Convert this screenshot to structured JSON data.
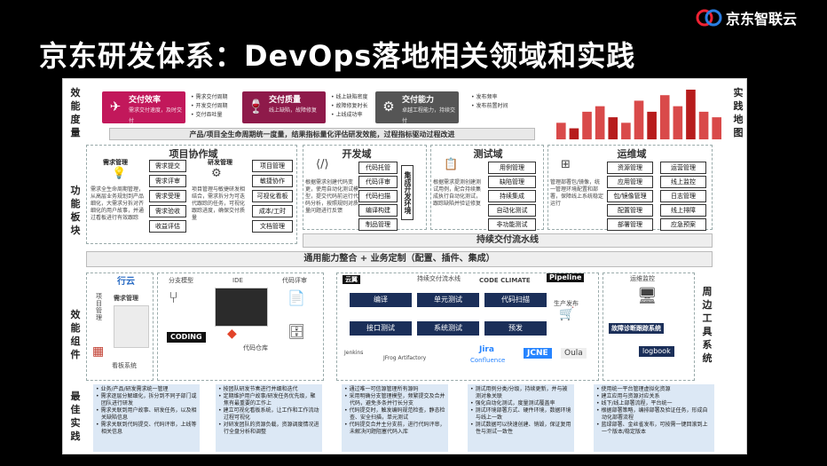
{
  "brand": {
    "name": "京东智联云"
  },
  "title": "京东研发体系：DevOps落地相关领域和实践",
  "rows": {
    "metrics": "效能度量",
    "practice_map": "实践地图",
    "function": "功能板块",
    "component": "效能组件",
    "tools": "周边工具系统",
    "best": "最佳实践"
  },
  "metrics": {
    "kpis": [
      {
        "title": "交付效率",
        "sub": "需求交付速度，及时交付",
        "color": "#c2185b",
        "icon": "paper-plane-icon",
        "items": [
          "需求交付周期",
          "开发交付周期",
          "交付吞吐量"
        ]
      },
      {
        "title": "交付质量",
        "sub": "线上缺陷，故障修复",
        "color": "#8e1a4a",
        "icon": "goblet-icon",
        "items": [
          "线上缺陷密度",
          "故障修复时长",
          "上线成功率"
        ]
      },
      {
        "title": "交付能力",
        "sub": "卓越工程能力，持续交付",
        "color": "#555",
        "icon": "gears-icon",
        "items": [
          "发布频率",
          "发布前置时间"
        ]
      }
    ],
    "bar_text": "产品/项目全生命周期统一度量，结果指标量化评估研发效能，过程指标驱动过程改进"
  },
  "project": {
    "title": "项目协作域",
    "req_title": "需求管理",
    "req_desc": "需求全生命周期管理，从高层业务规划到产品细化，大需求分拆对齐细化的用户故事，并通过看板进行有效跟踪",
    "req_items": [
      "需求提交",
      "需求评审",
      "需求受理",
      "需求验收",
      "收益评估"
    ],
    "dev_title": "研发管理",
    "dev_desc": "项目管理与敏捷研发相结合，需求拆分为可迭代跟踪的任务，可视化跟踪进度，确保交付质量",
    "dev_items": [
      "项目管理",
      "敏捷协作",
      "可视化看板",
      "成本/工时",
      "文档管理"
    ]
  },
  "dev": {
    "title": "开发域",
    "desc": "根据需求创建代码变更，使用自动化测试模型，提交代码前运行代码分析，按照规则对质量问题进行反馈",
    "items": [
      "代码托管",
      "代码评审",
      "代码扫描",
      "编译构建",
      "制品管理"
    ],
    "env": "集成开发环境"
  },
  "test": {
    "title": "测试域",
    "desc": "根据需求提测创建测试用例，配合持续集成执行自动化测试，跟踪缺陷并验证修复",
    "items": [
      "用例管理",
      "缺陷管理",
      "持续集成",
      "自动化测试",
      "非功能测试"
    ]
  },
  "ops": {
    "title": "运维域",
    "desc": "管理部署包/镜像，统一管理环境配置和部署，保障线上系统稳定运行",
    "items": [
      "资源管理",
      "应用管理",
      "包/镜像管理",
      "配置管理",
      "部署管理",
      "运营管理",
      "线上监控",
      "日志管理",
      "线上排障",
      "应急预案"
    ]
  },
  "cd_pipeline": "持续交付流水线",
  "common": "通用能力整合 + 业务定制（配置、插件、集成）",
  "components": {
    "req_title": "需求管理",
    "cloud_logo": "行云",
    "board": "看板系统",
    "project_mgmt": "项目管理",
    "branch_model": "分支模型",
    "ide": "IDE",
    "code_review": "代码评审",
    "coding": "CODING",
    "repo": "代码仓库",
    "cd_line": "持续交付流水线",
    "logos": [
      "云翼",
      "CODE CLIMATE",
      "Pipeline",
      "Jenkins",
      "JFrog Artifactory",
      "Jira",
      "Confluence",
      "JCNE",
      "Oula",
      "logbook"
    ],
    "pipe_top": [
      "编译",
      "单元测试",
      "代码扫描"
    ],
    "pipe_bottom": [
      "接口测试",
      "系统测试",
      "预发"
    ],
    "release": "生产发布",
    "monitor": "运维监控",
    "diag": "故障诊断跟踪系统"
  },
  "practice_chart": {
    "values": [
      3,
      2,
      5,
      6,
      4,
      3,
      7,
      5,
      8,
      6,
      9,
      5,
      4
    ]
  },
  "best": [
    [
      "业务/产品/研发需求统一管理",
      "需求逐层分解细化，拆分到不同子部门或团队进行研发",
      "需求关联到用户故事、研发任务，以及相关缺陷信息",
      "需求关联到代码提交、代码评审，上线等相关信息"
    ],
    [
      "按团队研发节奏进行并细和迭代",
      "定期维护用户故事/研发任务优先级，聚焦有最重要的工作上",
      "建立可视化看板系统，让工作和工作流动过程可视化",
      "对研发团队的资源负载，资源调度情况进行全盘分析和调整"
    ],
    [
      "通过唯一可信源管理所有源码",
      "采用明确分支管理模型，频繁提交及合并代码，避免多条并行长分支",
      "代码提交时，触发编码规范检查，静态检查、安全扫描，单元测试",
      "代码提交合并主分支前，进行代码评审，未解决问题阻塞代码入库"
    ],
    [
      "测试用例分类/分级，持续更新，并与被测对象关联",
      "强化自动化测试，度量测试覆盖率",
      "测试环境部署方式、硬件环境，数据环境与线上一致",
      "测试数据可以快速创建、销毁，保证复用性与测试一致性"
    ],
    [
      "使用统一平台管理虚拟化资源",
      "建立应用与资源对应关系",
      "线下/线上部署流程，平台统一",
      "根据部署策略，编排部署及验证任务，形成自动化部署流程",
      "蓝绿部署、金丝雀发布，可按需一键回滚到上一个版本/稳定版本"
    ]
  ]
}
